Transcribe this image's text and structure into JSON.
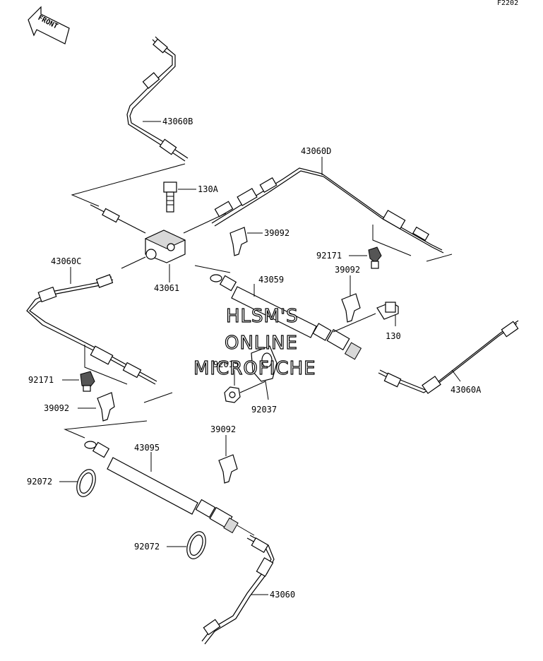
{
  "diagram": {
    "ref_code": "F2202",
    "front_label": "FRONT",
    "watermark": [
      "HLSM'S",
      "ONLINE",
      "MICROFICHE"
    ],
    "parts": {
      "p43060B": "43060B",
      "p130A": "130A",
      "p43060D": "43060D",
      "p39092_a": "39092",
      "p92171_r": "92171",
      "p39092_b": "39092",
      "p43060C": "43060C",
      "p43061": "43061",
      "p43059": "43059",
      "p130": "130",
      "p92015": "92015",
      "p92037": "92037",
      "p43060A": "43060A",
      "p92171_l": "92171",
      "p39092_c": "39092",
      "p39092_d": "39092",
      "p43095": "43095",
      "p92072_a": "92072",
      "p92072_b": "92072",
      "p43060": "43060"
    }
  }
}
